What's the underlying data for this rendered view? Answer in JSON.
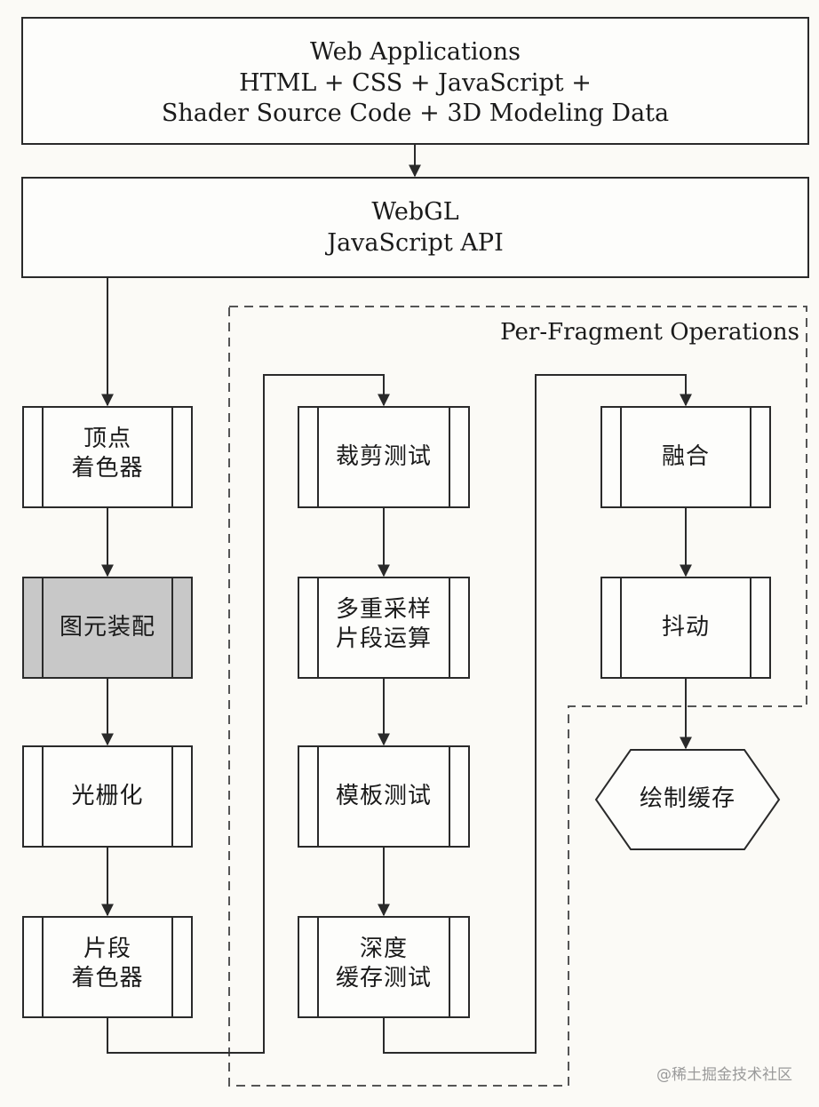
{
  "web_applications": {
    "title": "Web Applications",
    "line2": "HTML + CSS + JavaScript +",
    "line3": "Shader Source Code + 3D Modeling Data"
  },
  "webgl": {
    "title": "WebGL",
    "subtitle": "JavaScript API"
  },
  "per_fragment_label": "Per-Fragment Operations",
  "pipeline": {
    "vertex_shader": [
      "顶点",
      "着色器"
    ],
    "primitive_assembly": "图元装配",
    "rasterization": "光栅化",
    "fragment_shader": [
      "片段",
      "着色器"
    ]
  },
  "fragment_ops": {
    "scissor_test": "裁剪测试",
    "multisample": [
      "多重采样",
      "片段运算"
    ],
    "stencil_test": "模板测试",
    "depth_test": [
      "深度",
      "缓存测试"
    ],
    "blending": "融合",
    "dithering": "抖动"
  },
  "framebuffer": "绘制缓存",
  "watermark": "@稀土掘金技术社区",
  "colors": {
    "line": "#2a2a2a",
    "highlight_fill": "#c8c8c8",
    "box_fill": "#fdfdfb"
  }
}
